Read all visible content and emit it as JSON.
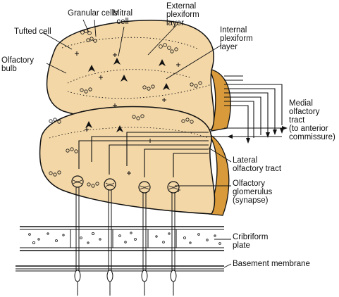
{
  "colors": {
    "tissue": "#f3d7a7",
    "tissue_side": "#d89a3a",
    "ink": "#111111",
    "background": "#ffffff"
  },
  "labels": {
    "granular_cells": "Granular cells",
    "mitral_cell": "Mitral\ncell",
    "tufted_cell": "Tufted cell",
    "external_plexiform": "External\nplexiform\nlayer",
    "internal_plexiform": "Internal\nplexiform\nlayer",
    "olfactory_bulb": "Olfactory\nbulb",
    "medial_tract": "Medial\nolfactory\ntract\n(to anterior\ncommissure)",
    "lateral_tract": "Lateral\nolfactory tract",
    "glomerulus": "Olfactory\nglomerulus\n(synapse)",
    "cribriform": "Cribriform\nplate",
    "basement": "Basement membrane"
  }
}
